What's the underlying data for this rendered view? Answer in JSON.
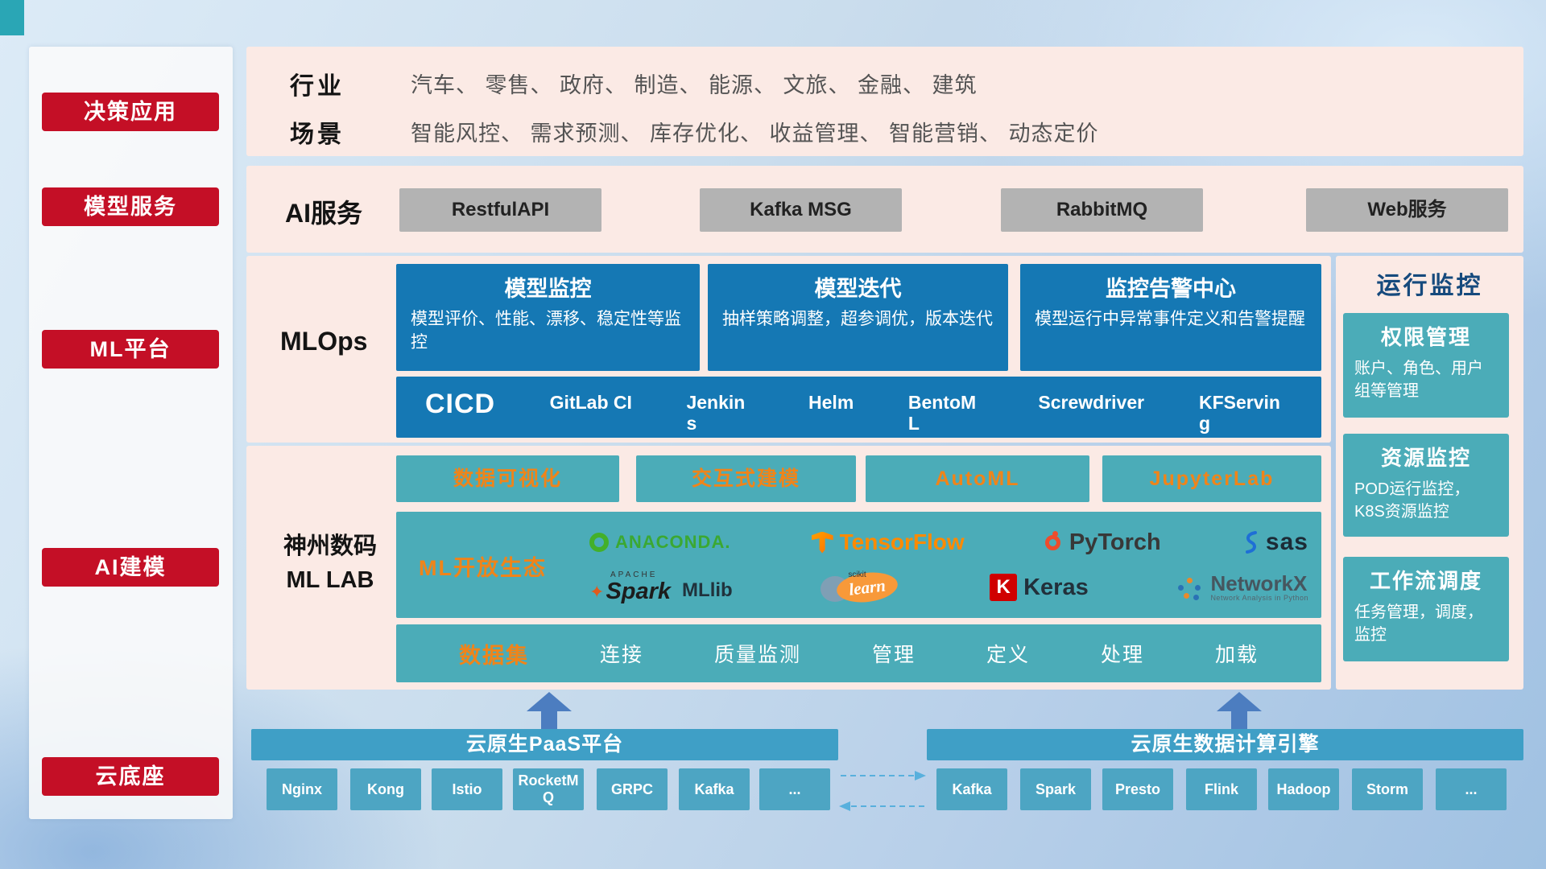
{
  "sidebar": {
    "items": [
      {
        "label": "决策应用"
      },
      {
        "label": "模型服务"
      },
      {
        "label": "ML平台"
      },
      {
        "label": "AI建模"
      },
      {
        "label": "云底座"
      }
    ]
  },
  "industry": {
    "row1_label": "行业",
    "row1_text": "汽车、 零售、 政府、 制造、 能源、 文旅、 金融、 建筑",
    "row2_label": "场景",
    "row2_text": "智能风控、 需求预测、 库存优化、 收益管理、 智能营销、 动态定价"
  },
  "ai_service": {
    "label": "AI服务",
    "buttons": [
      "RestfulAPI",
      "Kafka MSG",
      "RabbitMQ",
      "Web服务"
    ]
  },
  "mlops": {
    "label": "MLOps",
    "cards": [
      {
        "title": "模型监控",
        "desc": "模型评价、性能、漂移、稳定性等监控"
      },
      {
        "title": "模型迭代",
        "desc": "抽样策略调整，超参调优，版本迭代"
      },
      {
        "title": "监控告警中心",
        "desc": "模型运行中异常事件定义和告警提醒"
      }
    ],
    "cicd": {
      "title": "CICD",
      "tools": [
        "GitLab CI",
        "Jenkins",
        "Helm",
        "BentoML",
        "Screwdriver",
        "KFServing"
      ]
    }
  },
  "mllab": {
    "label_line1": "神州数码",
    "label_line2": "ML LAB",
    "top_buttons": [
      "数据可视化",
      "交互式建模",
      "AutoML",
      "JupyterLab"
    ],
    "ecosystem": {
      "title": "ML开放生态",
      "anaconda": "ANACONDA.",
      "tensorflow": "TensorFlow",
      "pytorch": "PyTorch",
      "sas": "sas",
      "spark_apache": "APACHE",
      "spark": "Spark",
      "spark_star": "✦",
      "mllib": "MLlib",
      "scikit_top": "scikit",
      "scikit_learn": "learn",
      "keras_k": "K",
      "keras": "Keras",
      "networkx": "NetworkX",
      "networkx_sub": "Network Analysis in Python"
    },
    "dataset": {
      "title": "数据集",
      "items": [
        "连接",
        "质量监测",
        "管理",
        "定义",
        "处理",
        "加载"
      ]
    }
  },
  "monitoring": {
    "title": "运行监控",
    "cards": [
      {
        "title": "权限管理",
        "desc": "账户、角色、用户组等管理"
      },
      {
        "title": "资源监控",
        "desc": "POD运行监控，K8S资源监控"
      },
      {
        "title": "工作流调度",
        "desc": "任务管理，调度，监控"
      }
    ]
  },
  "foundation": {
    "paas": {
      "title": "云原生PaaS平台",
      "items": [
        "Nginx",
        "Kong",
        "Istio",
        "RocketMQ",
        "GRPC",
        "Kafka",
        "..."
      ]
    },
    "engine": {
      "title": "云原生数据计算引擎",
      "items": [
        "Kafka",
        "Spark",
        "Presto",
        "Flink",
        "Hadoop",
        "Storm",
        "..."
      ]
    }
  },
  "colors": {
    "red": "#c40f26",
    "pink_panel": "#fbeae5",
    "blue_card": "#1578b4",
    "teal": "#4bacb8",
    "orange": "#f08419",
    "gray_button": "#b3b3b3",
    "bottom_bar": "#3f9fc6",
    "arrow": "#4c7dc0",
    "monitor_title": "#164a7d"
  }
}
